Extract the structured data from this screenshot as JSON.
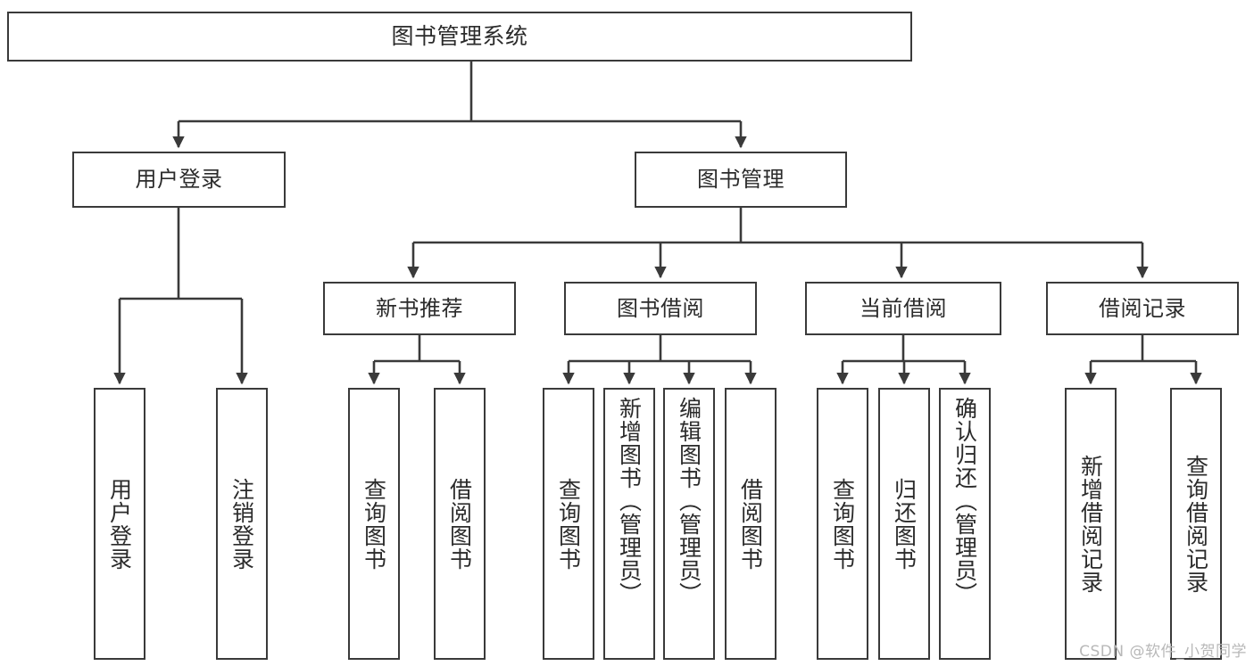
{
  "diagram": {
    "title": "图书管理系统",
    "type": "tree-hierarchy",
    "watermark": "CSDN @软件_小贺同学",
    "colors": {
      "border": "#3a3a3a",
      "text": "#2b2b2b",
      "background": "#ffffff",
      "watermark": "#b8b8b8"
    },
    "nodes": {
      "root": {
        "label": "图书管理系统"
      },
      "level2": [
        {
          "id": "user-login",
          "label": "用户登录"
        },
        {
          "id": "book-manage",
          "label": "图书管理"
        }
      ],
      "level3": [
        {
          "id": "new-book-recommend",
          "label": "新书推荐"
        },
        {
          "id": "book-borrow",
          "label": "图书借阅"
        },
        {
          "id": "current-borrow",
          "label": "当前借阅"
        },
        {
          "id": "borrow-record",
          "label": "借阅记录"
        }
      ],
      "leaves": {
        "user_login": [
          {
            "id": "leaf-user-login",
            "label": "用户登录"
          },
          {
            "id": "leaf-logout-login",
            "label": "注销登录"
          }
        ],
        "new_book_recommend": [
          {
            "id": "leaf-query-book-1",
            "label": "查询图书"
          },
          {
            "id": "leaf-borrow-book-1",
            "label": "借阅图书"
          }
        ],
        "book_borrow": [
          {
            "id": "leaf-query-book-2",
            "label": "查询图书"
          },
          {
            "id": "leaf-add-book",
            "label": "新增图书（管理员）"
          },
          {
            "id": "leaf-edit-book",
            "label": "编辑图书（管理员）"
          },
          {
            "id": "leaf-borrow-book-2",
            "label": "借阅图书"
          }
        ],
        "current_borrow": [
          {
            "id": "leaf-query-book-3",
            "label": "查询图书"
          },
          {
            "id": "leaf-return-book",
            "label": "归还图书"
          },
          {
            "id": "leaf-confirm-return",
            "label": "确认归还（管理员）"
          }
        ],
        "borrow_record": [
          {
            "id": "leaf-add-record",
            "label": "新增借阅记录"
          },
          {
            "id": "leaf-query-record",
            "label": "查询借阅记录"
          }
        ]
      }
    }
  }
}
